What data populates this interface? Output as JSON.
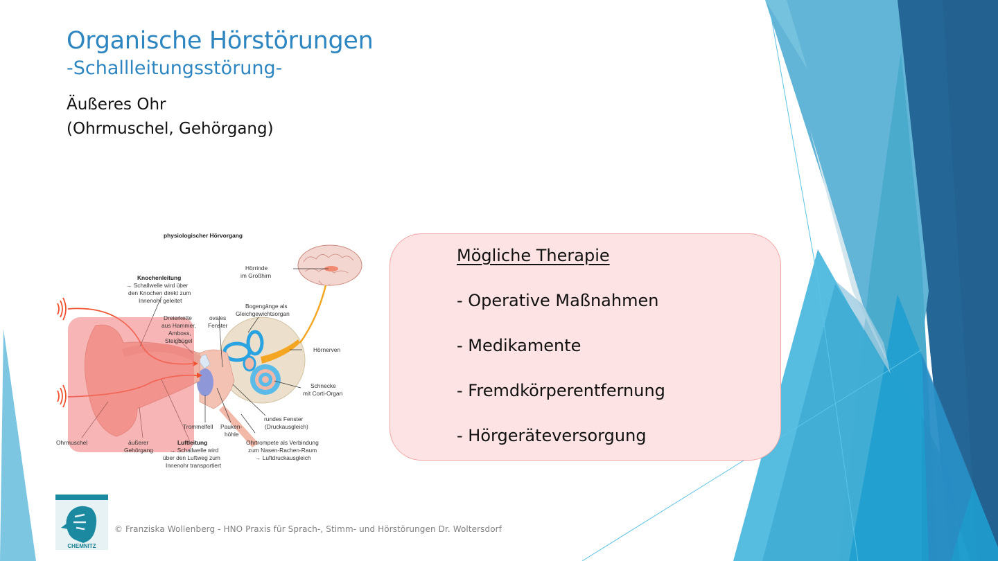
{
  "slide": {
    "title": "Organische Hörstörungen",
    "subtitle": "-Schallleitungsstörung-",
    "body_lines": [
      "Äußeres Ohr",
      "(Ohrmuschel, Gehörgang)"
    ],
    "colors": {
      "title": "#2e86c1",
      "therapy_box_fill": "#fde3e3",
      "therapy_box_border": "#f2a5a5",
      "highlight_overlay": "#f28b8b",
      "deco_dark_blue": "#236190",
      "deco_mid_blue": "#4aabcd",
      "deco_light_blue": "#62b5d6"
    }
  },
  "figure": {
    "title": "physiologischer Hörvorgang",
    "labels": {
      "knochenleitung_title": "Knochenleitung",
      "knochenleitung_l1": "→ Schallwelle wird über",
      "knochenleitung_l2": "den Knochen direkt zum",
      "knochenleitung_l3": "Innenohr geleitet",
      "dreierkette_l1": "Dreierkette",
      "dreierkette_l2": "aus Hammer,",
      "dreierkette_l3": "Amboss,",
      "dreierkette_l4": "Steigbügel",
      "ovales_l1": "ovales",
      "ovales_l2": "Fenster",
      "bogengaenge_l1": "Bogengänge als",
      "bogengaenge_l2": "Gleichgewichtsorgan",
      "hoerrinde_l1": "Hörrinde",
      "hoerrinde_l2": "im Großhirn",
      "hoernerven": "Hörnerven",
      "schnecke_l1": "Schnecke",
      "schnecke_l2": "mit Corti-Organ",
      "rundes_l1": "rundes Fenster",
      "rundes_l2": "(Druckausgleich)",
      "ohrtrompete_l1": "Ohrtrompete als Verbindung",
      "ohrtrompete_l2": "zum Nasen-Rachen-Raum",
      "ohrtrompete_l3": "→ Luftdruckausgleich",
      "trommelfell": "Trommelfell",
      "paukenhoehle_l1": "Pauken-",
      "paukenhoehle_l2": "höhle",
      "ohrmuschel": "Ohrmuschel",
      "gehoergang_l1": "äußerer",
      "gehoergang_l2": "Gehörgang",
      "luftleitung_title": "Luftleitung",
      "luftleitung_l1": "→ Schallwelle wird",
      "luftleitung_l2": "über den Luftweg zum",
      "luftleitung_l3": "Innenohr transportiert"
    }
  },
  "therapy": {
    "heading": "Mögliche Therapie",
    "items": [
      "- Operative Maßnahmen",
      "- Medikamente",
      "- Fremdkörperentfernung",
      "- Hörgeräteversorgung"
    ]
  },
  "footer": {
    "logo_text": "CHEMNITZ",
    "copyright": "© Franziska Wollenberg - HNO Praxis für Sprach-, Stimm- und Hörstörungen Dr. Woltersdorf"
  }
}
